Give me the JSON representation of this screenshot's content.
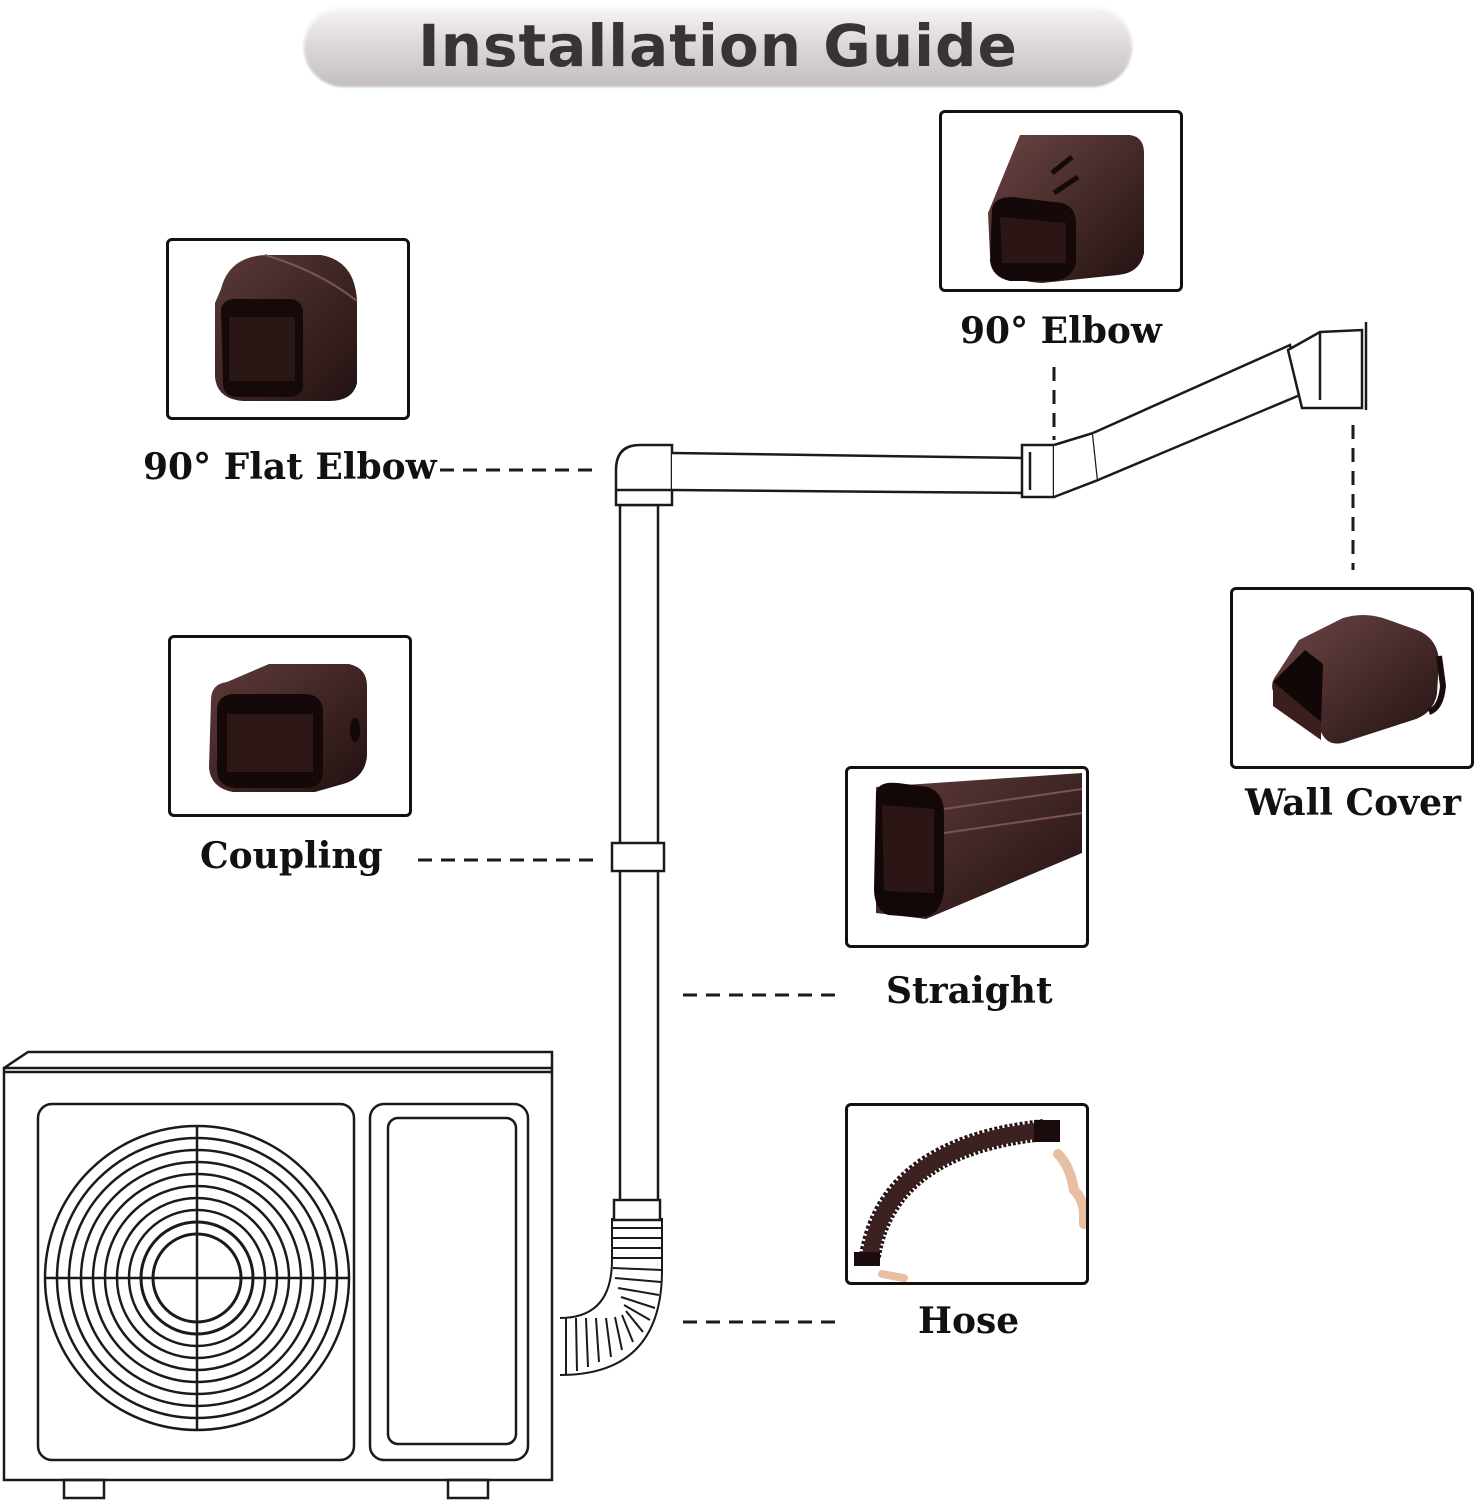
{
  "title": "Installation Guide",
  "colors": {
    "duct_brown": "#3b2120",
    "line": "#1a1a1a",
    "title_text": "#3a3334"
  },
  "parts": {
    "flat_elbow": "90° Flat Elbow",
    "elbow": "90° Elbow",
    "wall_cover": "Wall Cover",
    "coupling": "Coupling",
    "straight": "Straight",
    "hose": "Hose"
  },
  "illustrations": {
    "outdoor_unit": "air-conditioner-outdoor-unit",
    "line_set": "line-set-cover-duct"
  }
}
